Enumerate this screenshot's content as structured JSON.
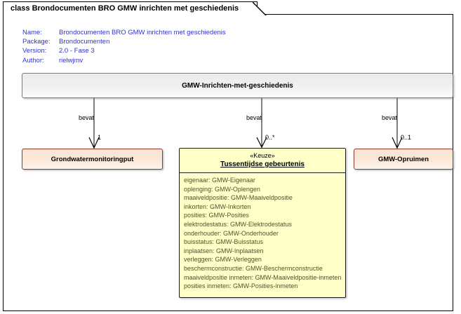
{
  "diagram": {
    "tab_title": "class Brondocumenten BRO GMW inrichten met geschiedenis",
    "meta": [
      {
        "key": "Name:",
        "value": "Brondocumenten BRO GMW inrichten met geschiedenis"
      },
      {
        "key": "Package:",
        "value": "Brondocumenten"
      },
      {
        "key": "Version:",
        "value": "2.0 - Fase 3"
      },
      {
        "key": "Author:",
        "value": "rielwjmv"
      }
    ],
    "meta_color": "#3333cc"
  },
  "nodes": {
    "root": {
      "title": "GMW-Inrichten-met-geschiedenis",
      "fill": "#ebebeb",
      "border": "#7a7a7a"
    },
    "left": {
      "title": "Grondwatermonitoringput",
      "fill": "#fbe4d2",
      "border": "#8b3a2a"
    },
    "right": {
      "title": "GMW-Opruimen",
      "fill": "#fbe4d2",
      "border": "#8b3a2a"
    },
    "keuze": {
      "stereotype": "«Keuze»",
      "name": "Tussentijdse gebeurtenis",
      "fill": "#ffffc8",
      "border": "#1a1a1a",
      "attributes": [
        "eigenaar: GMW-Eigenaar",
        "oplenging: GMW-Oplengen",
        "maaiveldpositie: GMW-Maaiveldpositie",
        "inkorten: GMW-Inkorten",
        "posities: GMW-Posities",
        "elektrodestatus: GMW-Elektrodestatus",
        "onderhouder: GMW-Onderhouder",
        "buisstatus: GMW-Buisstatus",
        "inplaatsen: GMW-Inplaatsen",
        "verleggen: GMW-Verleggen",
        "beschermconstructie: GMW-Beschermconstructie",
        "maaiveldpositie inmeten: GMW-Maaiveldpositie-inmeten",
        "posities inmeten: GMW-Posities-inmeten"
      ]
    }
  },
  "connectors": [
    {
      "label": "bevat",
      "multiplicity": "1",
      "target": "Grondwatermonitoringput"
    },
    {
      "label": "bevat",
      "multiplicity": "0..*",
      "target": "Tussentijdse gebeurtenis"
    },
    {
      "label": "bevat",
      "multiplicity": "0..1",
      "target": "GMW-Opruimen"
    }
  ]
}
